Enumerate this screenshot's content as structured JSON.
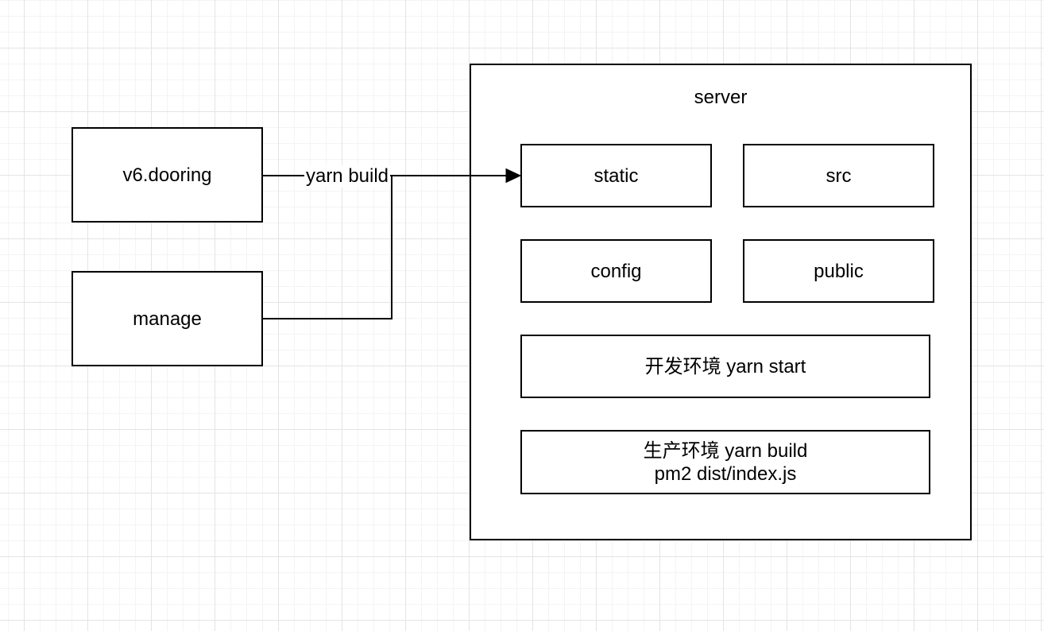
{
  "canvas": {
    "background_color": "#ffffff",
    "grid_minor_color": "#f4f4f5",
    "grid_major_color": "#e4e4e6",
    "stroke_color": "#000000",
    "text_color": "#000000"
  },
  "nodes": {
    "v6_dooring": {
      "label": "v6.dooring"
    },
    "manage": {
      "label": "manage"
    },
    "server": {
      "label": "server"
    },
    "static": {
      "label": "static"
    },
    "src": {
      "label": "src"
    },
    "config": {
      "label": "config"
    },
    "public": {
      "label": "public"
    },
    "dev_env": {
      "label": "开发环境 yarn start"
    },
    "prod_env": {
      "line1": "生产环境 yarn build",
      "line2": "pm2 dist/index.js"
    }
  },
  "edges": {
    "v6_dooring_to_static": {
      "label": "yarn build",
      "type": "arrow"
    },
    "manage_to_edge": {
      "label": "",
      "type": "line"
    }
  }
}
